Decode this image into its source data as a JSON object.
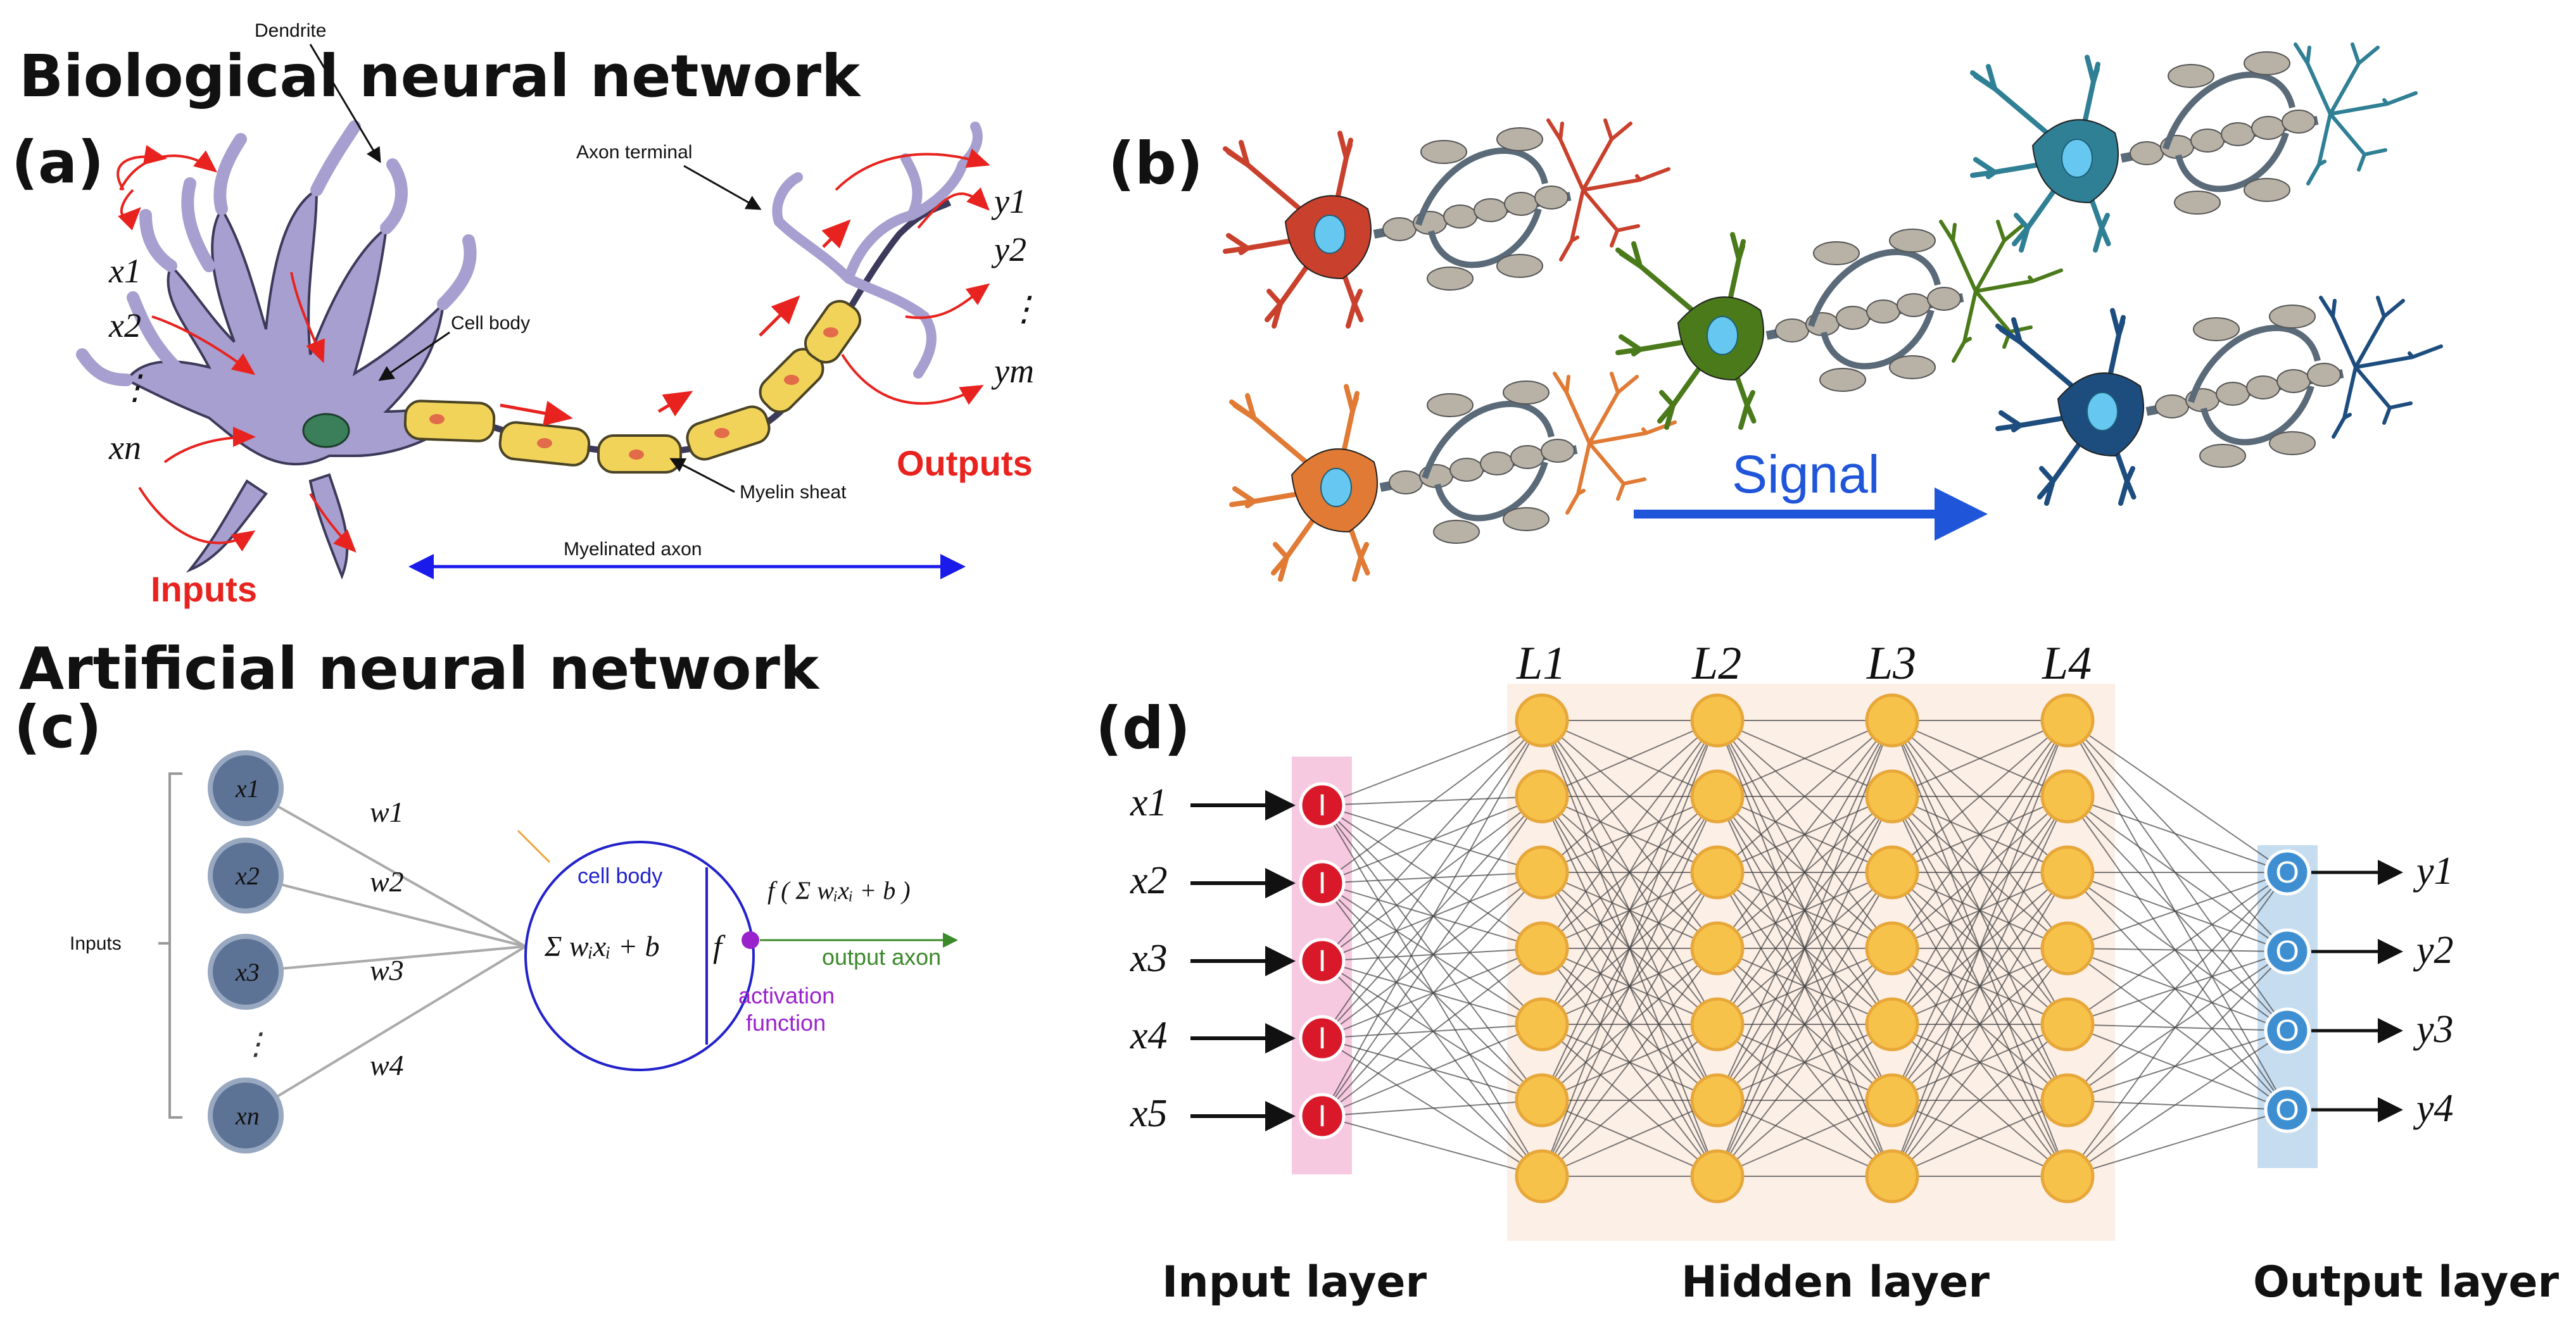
{
  "headings": {
    "biological": "Biological neural network",
    "artificial": "Artificial neural network"
  },
  "panels": {
    "a": "(a)",
    "b": "(b)",
    "c": "(c)",
    "d": "(d)"
  },
  "panel_a": {
    "dendrite": "Dendrite",
    "cell_body": "Cell body",
    "axon_terminal": "Axon terminal",
    "myelin_sheat": "Myelin sheat",
    "myelinated_axon": "Myelinated axon",
    "inputs": "Inputs",
    "outputs": "Outputs",
    "input_vars": [
      "x1",
      "x2",
      "⋮",
      "xn"
    ],
    "output_vars": [
      "y1",
      "y2",
      "⋮",
      "ym"
    ]
  },
  "panel_b": {
    "signal": "Signal"
  },
  "panel_c": {
    "inputs": "Inputs",
    "nodes": [
      "x1",
      "x2",
      "x3",
      "⋮",
      "xn"
    ],
    "weights": [
      "w1",
      "w2",
      "w3",
      "w4"
    ],
    "cell_body": "cell body",
    "sum_expr": "Σ wᵢxᵢ + b",
    "f": "f",
    "f_expr": "f ( Σ wᵢxᵢ + b )",
    "output_axon": "output axon",
    "activation_line1": "activation",
    "activation_line2": "function"
  },
  "panel_d": {
    "layer_labels": [
      "L1",
      "L2",
      "L3",
      "L4"
    ],
    "inputs": [
      "x1",
      "x2",
      "x3",
      "x4",
      "x5"
    ],
    "outputs": [
      "y1",
      "y2",
      "y3",
      "y4"
    ],
    "input_node_letter": "I",
    "output_node_letter": "O",
    "captions": {
      "input": "Input layer",
      "hidden": "Hidden layer",
      "output": "Output layer"
    }
  },
  "colors": {
    "neuron_purple": "#a79fcf",
    "myelin_yellow": "#f2d35a",
    "arrow_red": "#e8231f",
    "arrow_blue": "#1a1aea",
    "input_node_red": "#d9182a",
    "hidden_node_yellow": "#f7c24a",
    "output_node_blue": "#3e8fd2",
    "perceptron_node_blue": "#5d7396",
    "cell_border_blue": "#2222cc",
    "output_axon_green": "#3a8a2a",
    "activation_purple": "#9a22cc"
  }
}
